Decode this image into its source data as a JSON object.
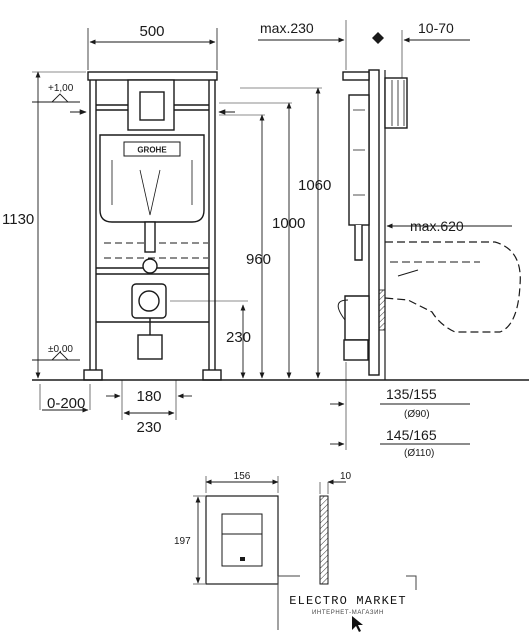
{
  "drawing": {
    "front_view": {
      "width_label": "500",
      "height_label": "1130",
      "level_top_label": "+1,00",
      "level_floor_label": "±0,00",
      "offset_label": "0-200",
      "pipe_spacing_label": "180",
      "outlet_width_label": "230",
      "outlet_height_label": "230",
      "h_960_label": "960",
      "h_1000_label": "1000",
      "h_1060_label": "1060",
      "logo_text": "GROHE"
    },
    "side_view": {
      "max_depth_label": "max.230",
      "wall_range_label": "10-70",
      "bowl_projection_label": "max.620",
      "dim_small_label": "135/155",
      "dim_small_sub": "(Ø90)",
      "dim_large_label": "145/165",
      "dim_large_sub": "(Ø110)"
    },
    "button_plate": {
      "width_label": "156",
      "height_label": "197",
      "thickness_label": "10"
    }
  },
  "watermark": {
    "title": "ELECTRO MARKET",
    "subtitle": "ИНТЕРНЕТ-МАГАЗИН"
  }
}
